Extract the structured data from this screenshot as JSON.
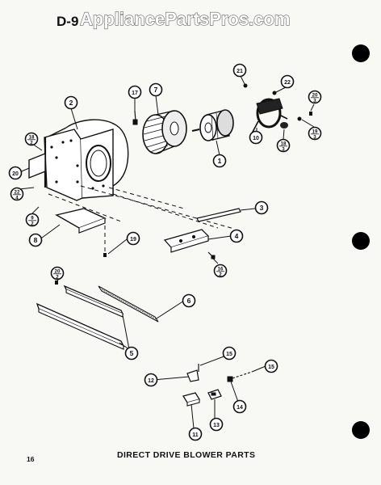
{
  "header": {
    "prefix": "D-9",
    "watermark": "AppliancePartsPros.com"
  },
  "footer": {
    "page_number": "16",
    "caption": "DIRECT DRIVE BLOWER PARTS"
  },
  "callouts": [
    {
      "id": "c2",
      "top": "2",
      "bottom": ""
    },
    {
      "id": "c7",
      "top": "7",
      "bottom": ""
    },
    {
      "id": "c17",
      "top": "17",
      "bottom": ""
    },
    {
      "id": "c21",
      "top": "21",
      "bottom": ""
    },
    {
      "id": "c22",
      "top": "22",
      "bottom": ""
    },
    {
      "id": "c20-3",
      "top": "20",
      "bottom": "3"
    },
    {
      "id": "c19-3",
      "top": "19",
      "bottom": "3"
    },
    {
      "id": "c18-3",
      "top": "18",
      "bottom": "3"
    },
    {
      "id": "c10",
      "top": "10",
      "bottom": ""
    },
    {
      "id": "c1",
      "top": "1",
      "bottom": ""
    },
    {
      "id": "c18-2",
      "top": "18",
      "bottom": "2"
    },
    {
      "id": "c20",
      "top": "20",
      "bottom": ""
    },
    {
      "id": "c22-4",
      "top": "22",
      "bottom": "4"
    },
    {
      "id": "c9-2",
      "top": "9",
      "bottom": "2"
    },
    {
      "id": "c8",
      "top": "8",
      "bottom": ""
    },
    {
      "id": "c19",
      "top": "19",
      "bottom": ""
    },
    {
      "id": "c3",
      "top": "3",
      "bottom": ""
    },
    {
      "id": "c4",
      "top": "4",
      "bottom": ""
    },
    {
      "id": "c16-2",
      "top": "16",
      "bottom": "2"
    },
    {
      "id": "c20-2",
      "top": "20",
      "bottom": "2"
    },
    {
      "id": "c6",
      "top": "6",
      "bottom": ""
    },
    {
      "id": "c5",
      "top": "5",
      "bottom": ""
    },
    {
      "id": "c15a",
      "top": "15",
      "bottom": ""
    },
    {
      "id": "c12",
      "top": "12",
      "bottom": ""
    },
    {
      "id": "c15b",
      "top": "15",
      "bottom": ""
    },
    {
      "id": "c14",
      "top": "14",
      "bottom": ""
    },
    {
      "id": "c11",
      "top": "11",
      "bottom": ""
    },
    {
      "id": "c13",
      "top": "13",
      "bottom": ""
    }
  ],
  "colors": {
    "ink": "#111111",
    "paper": "#f8f8f5",
    "binder_hole": "#000000"
  }
}
